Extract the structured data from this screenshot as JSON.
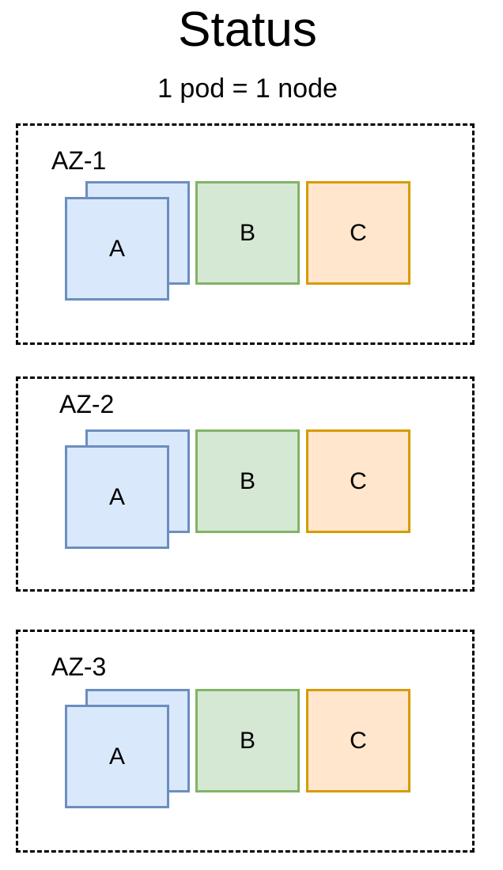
{
  "title": "Status",
  "subtitle": "1 pod = 1 node",
  "zones": [
    {
      "label": "AZ-1",
      "pods": [
        "A",
        "B",
        "C"
      ]
    },
    {
      "label": "AZ-2",
      "pods": [
        "A",
        "B",
        "C"
      ]
    },
    {
      "label": "AZ-3",
      "pods": [
        "A",
        "B",
        "C"
      ]
    }
  ],
  "colors": {
    "pod_a_fill": "#dae8fc",
    "pod_a_border": "#6c8ebf",
    "pod_b_fill": "#d5e8d4",
    "pod_b_border": "#82b366",
    "pod_c_fill": "#ffe6cc",
    "pod_c_border": "#d79b00"
  }
}
